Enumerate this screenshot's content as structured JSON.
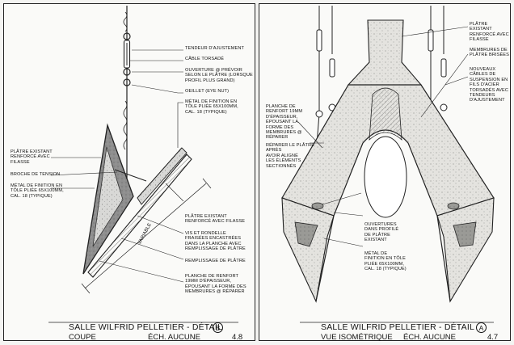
{
  "left_panel": {
    "notes": {
      "tendeur": "TENDEUR D'AJUSTEMENT",
      "cable": "CÂBLE TORSADÉ",
      "ouverture": "OUVERTURE @ PRÉVOIR\nSELON LE PLÂTRE (LORSQUE\nPROFIL PLUS GRAND)",
      "oeillet": "OEILLET (EYE NUT)",
      "metal_right": "MÉTAL DE FINITION EN\nTÔLE PLIÉE 65X100mm,\nCAL. 18 (TYPIQUE)",
      "platre_left": "PLÂTRE EXISTANT\nRENFORCÉ AVEC\nFILASSE",
      "broche": "BROCHE DE TENSION",
      "metal_left": "MÉTAL DE FINITION EN\nTÔLE PLIÉE 65X100mm,\nCAL. 18 (TYPIQUE)",
      "platre_right": "PLÂTRE EXISTANT\nRENFORCÉ AVEC FILASSE",
      "vis": "VIS ET RONDELLE\nFRAISÉES ENCASTRÉES\nDANS LA PLANCHE AVEC\nREMPLISSAGE DE PLÂTRE",
      "remplissage": "REMPLISSAGE DE PLÂTRE",
      "planche": "PLANCHE DE RENFORT\n19mm D'ÉPAISSEUR,\nÉPOUSANT LA FORME DES\nMEMBRURES @ RÉPARER"
    },
    "variable": "VARIABLE",
    "title": "SALLE WILFRID PELLETIER - DÉTAIL",
    "detail_letter": "B",
    "view": "COUPE",
    "scale": "ÉCH. AUCUNE",
    "sheet_no": "4.8"
  },
  "right_panel": {
    "notes": {
      "platre_top": "PLÂTRE EXISTANT\nRENFORCÉ AVEC\nFILASSE",
      "membrures": "MEMBRURES DE\nPLÂTRE BRISÉES",
      "nouveaux": "NOUVEAUX\nCÂBLES DE\nSUSPENSION EN\nFILS D'ACIER\nTORSADÉS AVEC\nTENDEURS\nD'AJUSTEMENT",
      "planche": "PLANCHE DE\nRENFORT 19mm\nD'ÉPAISSEUR,\nÉPOUSANT LA\nFORME DES\nMEMBRURES @\nRÉPARER",
      "reparer": "RÉPARER LE PLÂTRE APRÈS\nAVOIR ALIGNÉ\nLES ÉLÉMENTS\nSECTIONNÉS",
      "ouvertures": "OUVERTURES\nDANS PROFILÉ\nDE PLÂTRE\nEXISTANT",
      "metal": "MÉTAL DE\nFINITION EN TÔLE\nPLIÉE 65X100mm,\nCAL. 18 (TYPIQUE)"
    },
    "title": "SALLE WILFRID PELLETIER - DÉTAIL",
    "detail_letter": "A",
    "view": "VUE ISOMÉTRIQUE",
    "scale": "ÉCH. AUCUNE",
    "sheet_no": "4.7"
  }
}
